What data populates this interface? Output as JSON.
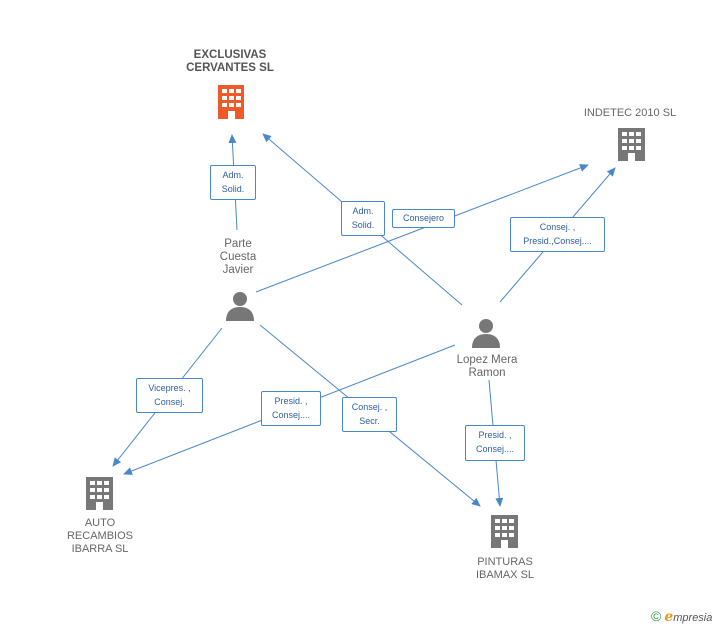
{
  "colors": {
    "edge": "#4a87c9",
    "building_main": "#f05a28",
    "building": "#777777",
    "person": "#777777"
  },
  "nodes": {
    "exclusivas": {
      "label": "EXCLUSIVAS\nCERVANTES SL",
      "icon": "building-icon"
    },
    "indetec": {
      "label": "INDETEC 2010 SL",
      "icon": "building-icon"
    },
    "parte": {
      "label": "Parte\nCuesta\nJavier",
      "icon": "person-icon"
    },
    "lopez": {
      "label": "Lopez Mera\nRamon",
      "icon": "person-icon"
    },
    "auto": {
      "label": "AUTO\nRECAMBIOS\nIBARRA SL",
      "icon": "building-icon"
    },
    "pinturas": {
      "label": "PINTURAS\nIBAMAX SL",
      "icon": "building-icon"
    }
  },
  "edges": {
    "e1": "Adm.\nSolid.",
    "e2": "Adm.\nSolid.",
    "e3": "Consejero",
    "e4": "Consej. ,\nPresid.,Consej....",
    "e5": "Vicepres. ,\nConsej.",
    "e6": "Presid. ,\nConsej....",
    "e7": "Consej. ,\nSecr.",
    "e8": "Presid. ,\nConsej...."
  },
  "footer": {
    "copyright": "©",
    "brand_e": "e",
    "brand_rest": "mpresia"
  }
}
